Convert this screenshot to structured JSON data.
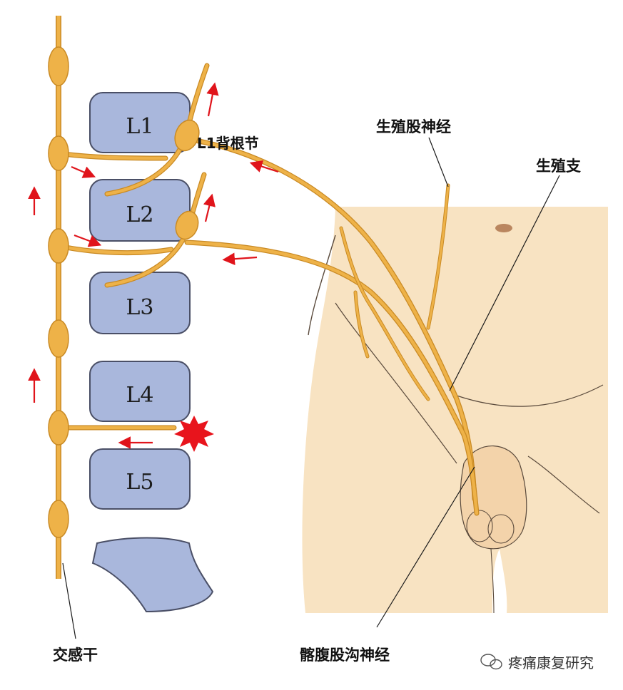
{
  "vertebrae": [
    {
      "label": "L1"
    },
    {
      "label": "L2"
    },
    {
      "label": "L3"
    },
    {
      "label": "L4"
    },
    {
      "label": "L5"
    }
  ],
  "labels": {
    "dorsal_root_ganglion": "L1背根节",
    "genitofemoral_nerve": "生殖股神经",
    "genital_branch": "生殖支",
    "sympathetic_trunk": "交感干",
    "ilioinguinal_nerve": "髂腹股沟神经"
  },
  "watermark": {
    "text": "疼痛康复研究"
  },
  "colors": {
    "nerve": "#eeb248",
    "nerve_outline": "#c98a24",
    "vertebra_fill": "#a9b7dc",
    "vertebra_outline": "#4a4f66",
    "skin": "#f8e3c2",
    "arrow": "#e0141b",
    "pain_burst": "#e8141c"
  }
}
